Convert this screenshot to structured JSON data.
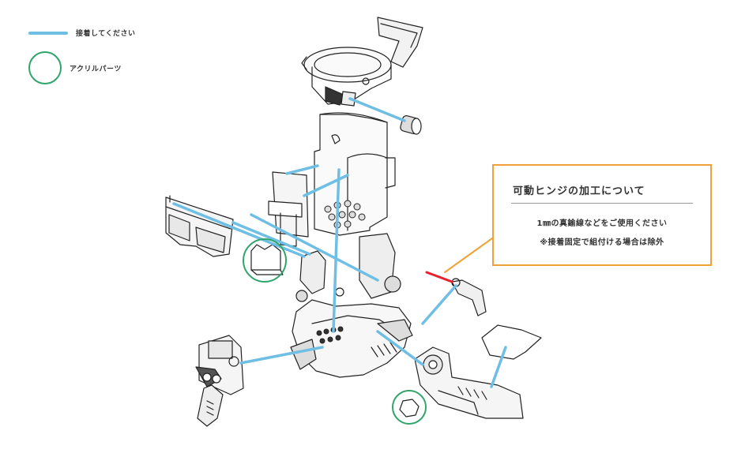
{
  "legend": {
    "glue_label": "接着してください",
    "acrylic_label": "アクリルパーツ"
  },
  "callout": {
    "title": "可動ヒンジの加工について",
    "line1": "1㎜の真鍮線などをご使用ください",
    "line2": "※接着固定で組付ける場合は除外"
  },
  "colors": {
    "glue_line": "#6fbfe5",
    "acrylic_circle": "#2fa56a",
    "callout_border": "#f0a23a",
    "brass_wire": "#e8212b"
  }
}
